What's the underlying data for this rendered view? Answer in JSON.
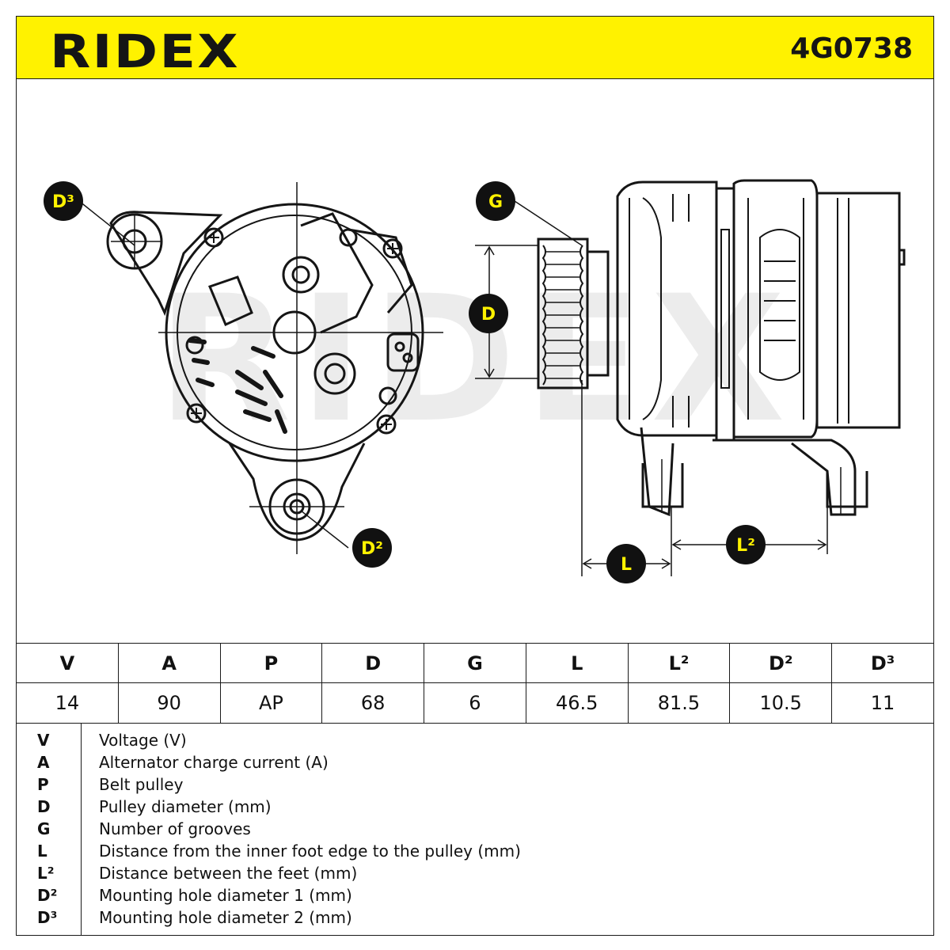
{
  "header": {
    "brand": "RIDEX",
    "part_number": "4G0738",
    "accent_color": "#fff200"
  },
  "drawing": {
    "watermark": "RIDEX",
    "labels": {
      "d3": "D³",
      "d2": "D²",
      "g": "G",
      "d": "D",
      "l": "L",
      "l2": "L²"
    }
  },
  "spec_table": {
    "headers": [
      "V",
      "A",
      "P",
      "D",
      "G",
      "L",
      "L²",
      "D²",
      "D³"
    ],
    "values": [
      "14",
      "90",
      "AP",
      "68",
      "6",
      "46.5",
      "81.5",
      "10.5",
      "11"
    ]
  },
  "legend": [
    {
      "key": "V",
      "text": "Voltage (V)"
    },
    {
      "key": "A",
      "text": "Alternator charge current (A)"
    },
    {
      "key": "P",
      "text": "Belt pulley"
    },
    {
      "key": "D",
      "text": "Pulley diameter (mm)"
    },
    {
      "key": "G",
      "text": "Number of grooves"
    },
    {
      "key": "L",
      "text": "Distance from the inner foot edge to the pulley (mm)"
    },
    {
      "key": "L²",
      "text": "Distance between the feet (mm)"
    },
    {
      "key": "D²",
      "text": "Mounting hole diameter 1 (mm)"
    },
    {
      "key": "D³",
      "text": "Mounting hole diameter 2 (mm)"
    }
  ]
}
